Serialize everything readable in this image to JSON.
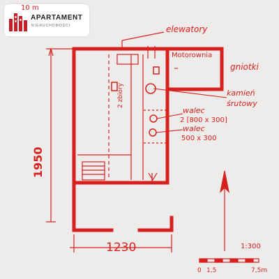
{
  "logo": {
    "title": "APARTAMENT",
    "subtitle": "NIERUCHOMOŚCI"
  },
  "colors": {
    "ink": "#d8201e",
    "paper": "#eeecea"
  },
  "drawing": {
    "scale_top": "10 m",
    "rooms": {
      "elevators": "elewatory",
      "motor_room": "Motorownia",
      "rollers_room": "gniotki",
      "silos": "2 zbiory"
    },
    "annotations": {
      "grinder_line1": "kamień",
      "grinder_line2": "śrutowy",
      "roller1_line1": "walec",
      "roller1_line2": "2 [800 x 300]",
      "roller2_line1": "walec",
      "roller2_line2": "500 x 300"
    },
    "dimensions": {
      "height": "1950",
      "width": "1230"
    },
    "scale": {
      "ratio": "1:300",
      "bar_start": "0",
      "bar_mid": "1,5",
      "bar_end": "7,5m"
    }
  }
}
